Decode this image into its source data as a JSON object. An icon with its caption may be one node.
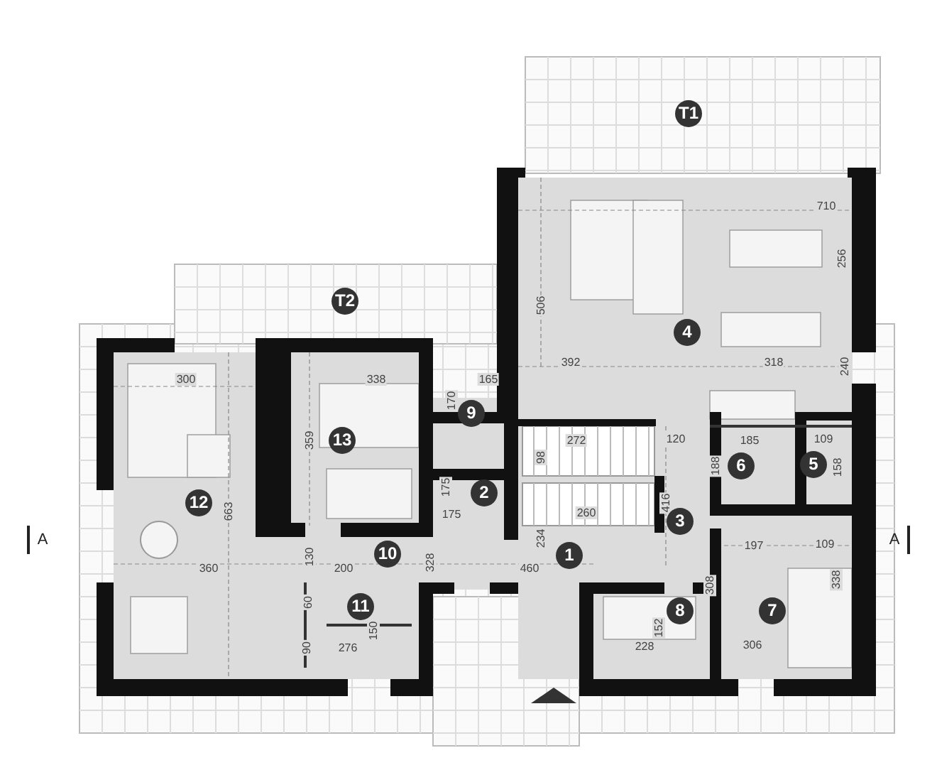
{
  "diagram": {
    "labels": [
      "T1",
      "710",
      "256",
      "T2",
      "506",
      "4",
      "300",
      "338",
      "165",
      "240",
      "392",
      "318",
      "170",
      "9",
      "359",
      "13",
      "272",
      "120",
      "185",
      "109",
      "98",
      "188",
      "6",
      "5",
      "158",
      "175",
      "2",
      "663",
      "12",
      "175",
      "416",
      "260",
      "3",
      "A",
      "234",
      "A",
      "10",
      "130",
      "360",
      "200",
      "328",
      "460",
      "1",
      "197",
      "109",
      "308",
      "338",
      "60",
      "11",
      "150",
      "8",
      "7",
      "152",
      "90",
      "276",
      "228",
      "306"
    ]
  }
}
